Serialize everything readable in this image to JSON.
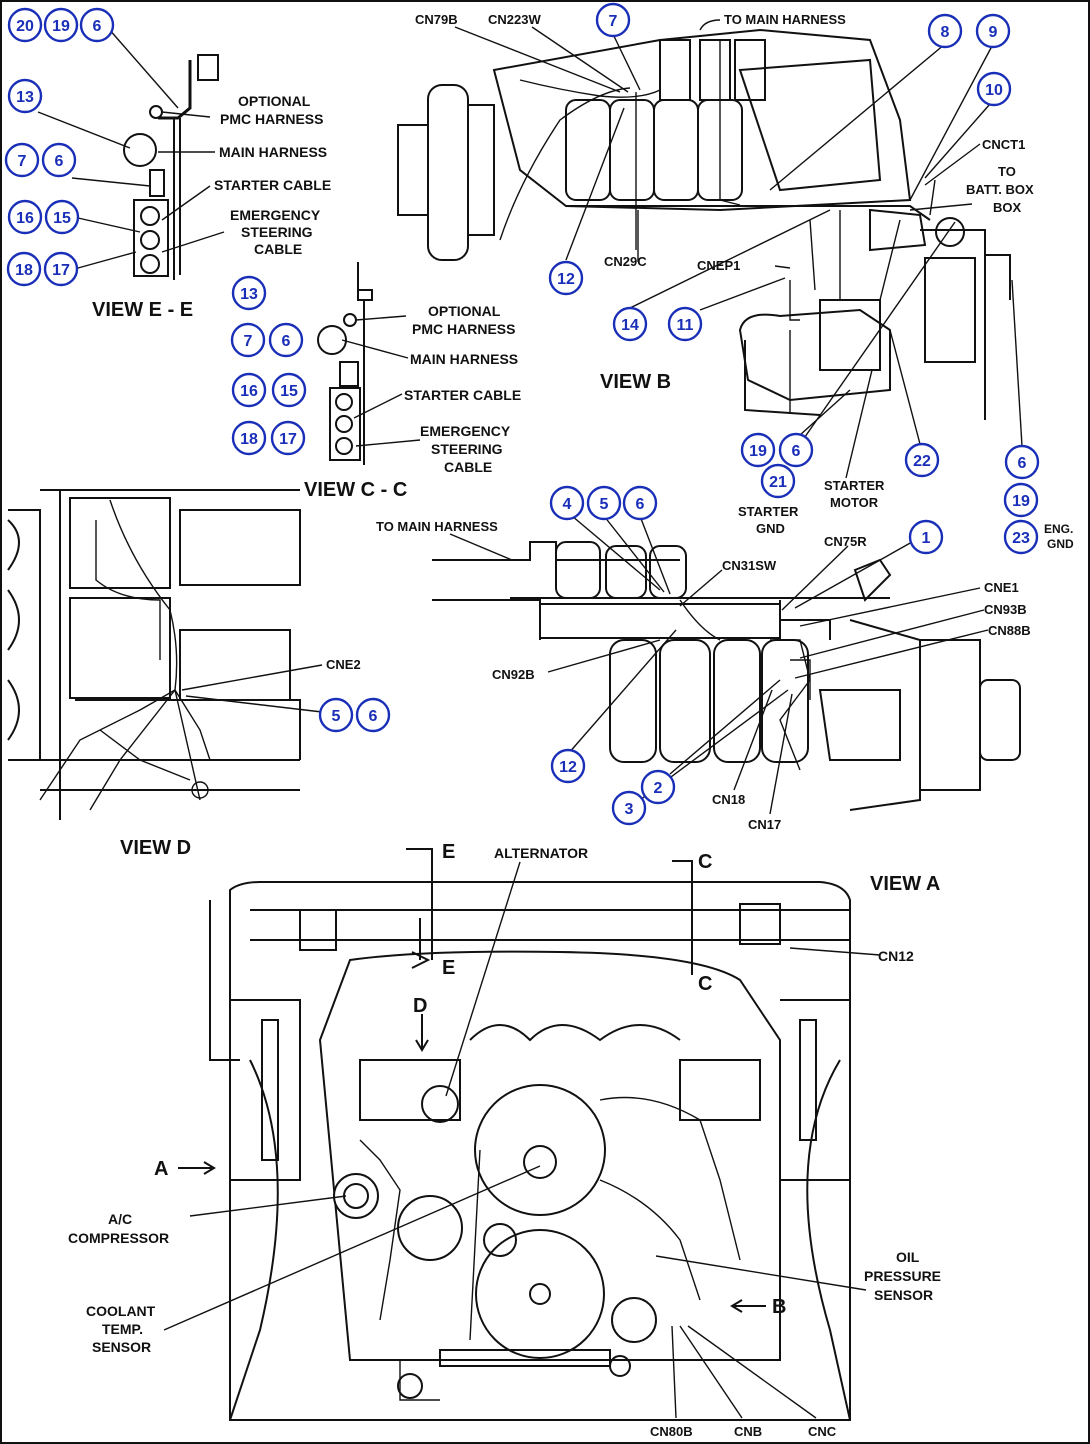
{
  "views": {
    "view_ee_title": "VIEW E - E",
    "view_cc_title": "VIEW C - C",
    "view_b_title": "VIEW   B",
    "view_d_title": "VIEW   D",
    "view_a_title": "VIEW   A"
  },
  "labels": {
    "optional_pmc_harness_ee": "OPTIONAL",
    "optional_pmc_harness_ee_2": "PMC HARNESS",
    "main_harness_ee": "MAIN HARNESS",
    "starter_cable_ee": "STARTER CABLE",
    "emergency_ee_1": "EMERGENCY",
    "emergency_ee_2": "STEERING",
    "emergency_ee_3": "CABLE",
    "optional_pmc_harness_cc": "OPTIONAL",
    "optional_pmc_harness_cc_2": "PMC HARNESS",
    "main_harness_cc": "MAIN HARNESS",
    "starter_cable_cc": "STARTER CABLE",
    "emergency_cc_1": "EMERGENCY",
    "emergency_cc_2": "STEERING",
    "emergency_cc_3": "CABLE",
    "cn79b": "CN79B",
    "cn223w": "CN223W",
    "to_main_harness_b": "TO MAIN HARNESS",
    "cnct1": "CNCT1",
    "to_batt_1": "TO",
    "to_batt_2": "BATT. BOX",
    "to_batt_3": "BOX",
    "cn29c": "CN29C",
    "cnep1": "CNEP1",
    "starter_gnd_1": "STARTER",
    "starter_gnd_2": "GND",
    "starter_motor_1": "STARTER",
    "starter_motor_2": "MOTOR",
    "eng_gnd_1": "ENG.",
    "eng_gnd_2": "GND",
    "to_main_harness_2": "TO MAIN HARNESS",
    "cn31sw": "CN31SW",
    "cn75r": "CN75R",
    "cne1": "CNE1",
    "cn93b": "CN93B",
    "cn88b": "CN88B",
    "cn92b": "CN92B",
    "cn18": "CN18",
    "cn17": "CN17",
    "cne2": "CNE2",
    "alternator": "ALTERNATOR",
    "cn12": "CN12",
    "ac_comp_1": "A/C",
    "ac_comp_2": "COMPRESSOR",
    "coolant_1": "COOLANT",
    "coolant_2": "TEMP.",
    "coolant_3": "SENSOR",
    "oil_1": "OIL",
    "oil_2": "PRESSURE",
    "oil_3": "SENSOR",
    "cn80b": "CN80B",
    "cnb": "CNB",
    "cnc": "CNC",
    "arrow_e_top": "E",
    "arrow_e_bottom": "E",
    "arrow_c_top": "C",
    "arrow_c_bottom": "C",
    "arrow_d": "D",
    "arrow_a": "A",
    "arrow_b": "B"
  },
  "callouts": {
    "ee_20": "20",
    "ee_19": "19",
    "ee_6a": "6",
    "ee_13": "13",
    "ee_7": "7",
    "ee_6b": "6",
    "ee_16": "16",
    "ee_15": "15",
    "ee_18": "18",
    "ee_17": "17",
    "cc_13": "13",
    "cc_7": "7",
    "cc_6": "6",
    "cc_16": "16",
    "cc_15": "15",
    "cc_18": "18",
    "cc_17": "17",
    "b_7": "7",
    "b_8": "8",
    "b_9": "9",
    "b_10": "10",
    "b_12": "12",
    "b_14": "14",
    "b_11": "11",
    "b_19": "19",
    "b_6a": "6",
    "b_21": "21",
    "b_22": "22",
    "b_6b": "6",
    "b_19b": "19",
    "b_23": "23",
    "m_4": "4",
    "m_5": "5",
    "m_6": "6",
    "m_1": "1",
    "m_12": "12",
    "m_2": "2",
    "m_3": "3",
    "d_5": "5",
    "d_6": "6"
  }
}
